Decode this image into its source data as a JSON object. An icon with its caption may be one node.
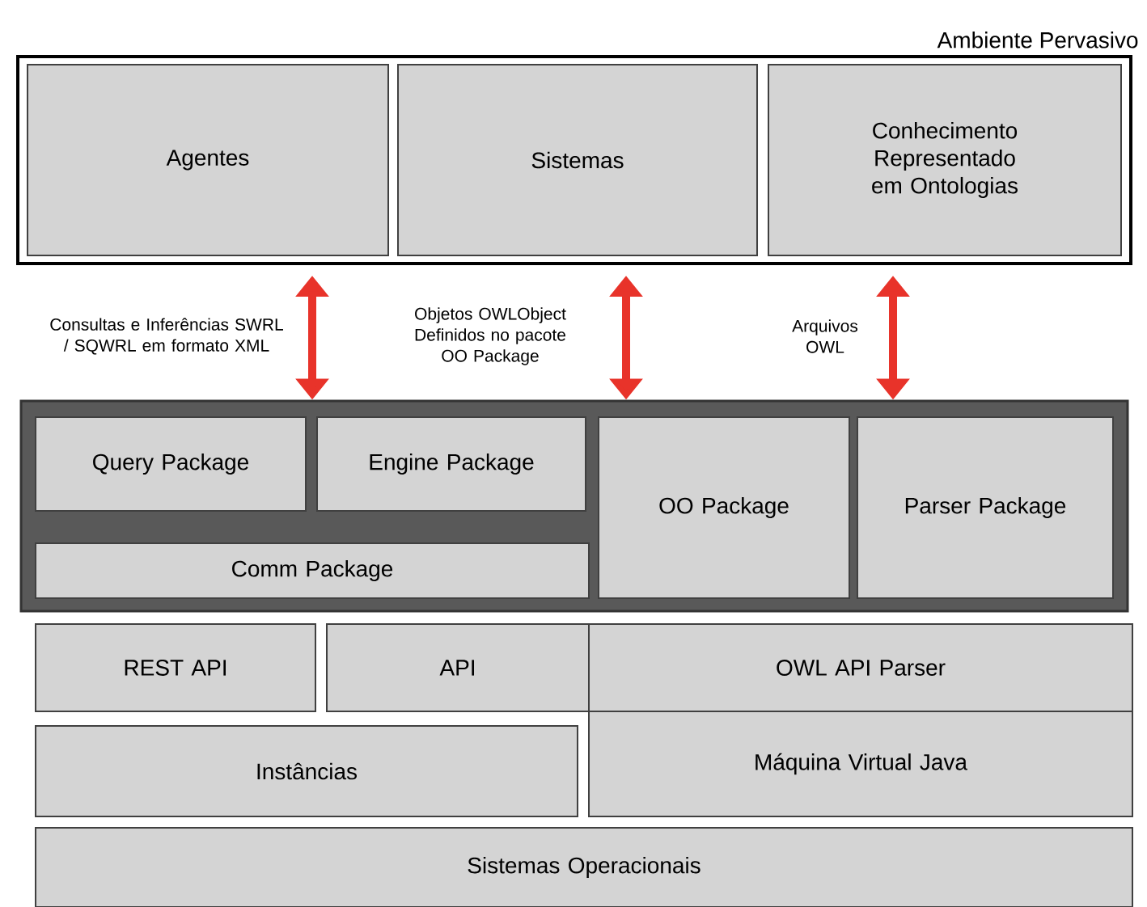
{
  "diagram": {
    "nodes": [
      {
        "text": [
          "Ambiente Pervasivo"
        ]
      },
      {
        "text": [
          "Agentes"
        ],
        "in": 0
      },
      {
        "text": [
          "Sistemas"
        ],
        "in": 0
      },
      {
        "text": [
          "Conhecimento Representado em Ontologias"
        ],
        "in": 0
      },
      {
        "text": [],
        "shape": "box"
      },
      {
        "text": [
          "Query Package"
        ],
        "in": 4
      },
      {
        "text": [
          "Engine Package"
        ],
        "in": 4
      },
      {
        "text": [
          "Comm Package"
        ],
        "in": 4
      },
      {
        "text": [
          "OO Package"
        ],
        "in": 4
      },
      {
        "text": [
          "Parser Package"
        ],
        "in": 4
      },
      {
        "text": [
          "REST API"
        ]
      },
      {
        "text": [
          "API"
        ]
      },
      {
        "text": [
          "OWL API Parser"
        ]
      },
      {
        "text": [
          "Instâncias"
        ]
      },
      {
        "text": [
          "Máquina Virtual Java"
        ]
      },
      {
        "text": [
          "Sistemas Operacionais"
        ]
      }
    ],
    "edges": [
      {
        "from": 1,
        "to": 4,
        "arrow": "both",
        "label": "Consultas e Inferências SWRL / SQWRL em formato XML"
      },
      {
        "from": 2,
        "to": 4,
        "arrow": "both",
        "label": "Objetos OWLObject Definidos no pacote OO Package"
      },
      {
        "from": 3,
        "to": 4,
        "arrow": "both",
        "label": "Arquivos OWL"
      }
    ]
  }
}
